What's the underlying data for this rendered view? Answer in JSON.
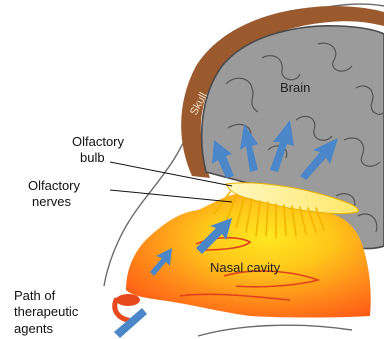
{
  "labels": {
    "skull": "Skull",
    "brain": "Brain",
    "olfactory_bulb_line1": "Olfactory",
    "olfactory_bulb_line2": "bulb",
    "olfactory_nerves_line1": "Olfactory",
    "olfactory_nerves_line2": "nerves",
    "nasal_cavity": "Nasal cavity",
    "path_line1": "Path of",
    "path_line2": "therapeutic",
    "path_line3": "agents"
  },
  "colors": {
    "brain": "#9b9b9b",
    "skull": "#9a5a2e",
    "arrow": "#4a86c8",
    "nasal_outer": "#ff7a1a",
    "nasal_inner": "#ffd21a",
    "nerve": "#f3b400",
    "nostril": "#e8481e"
  }
}
